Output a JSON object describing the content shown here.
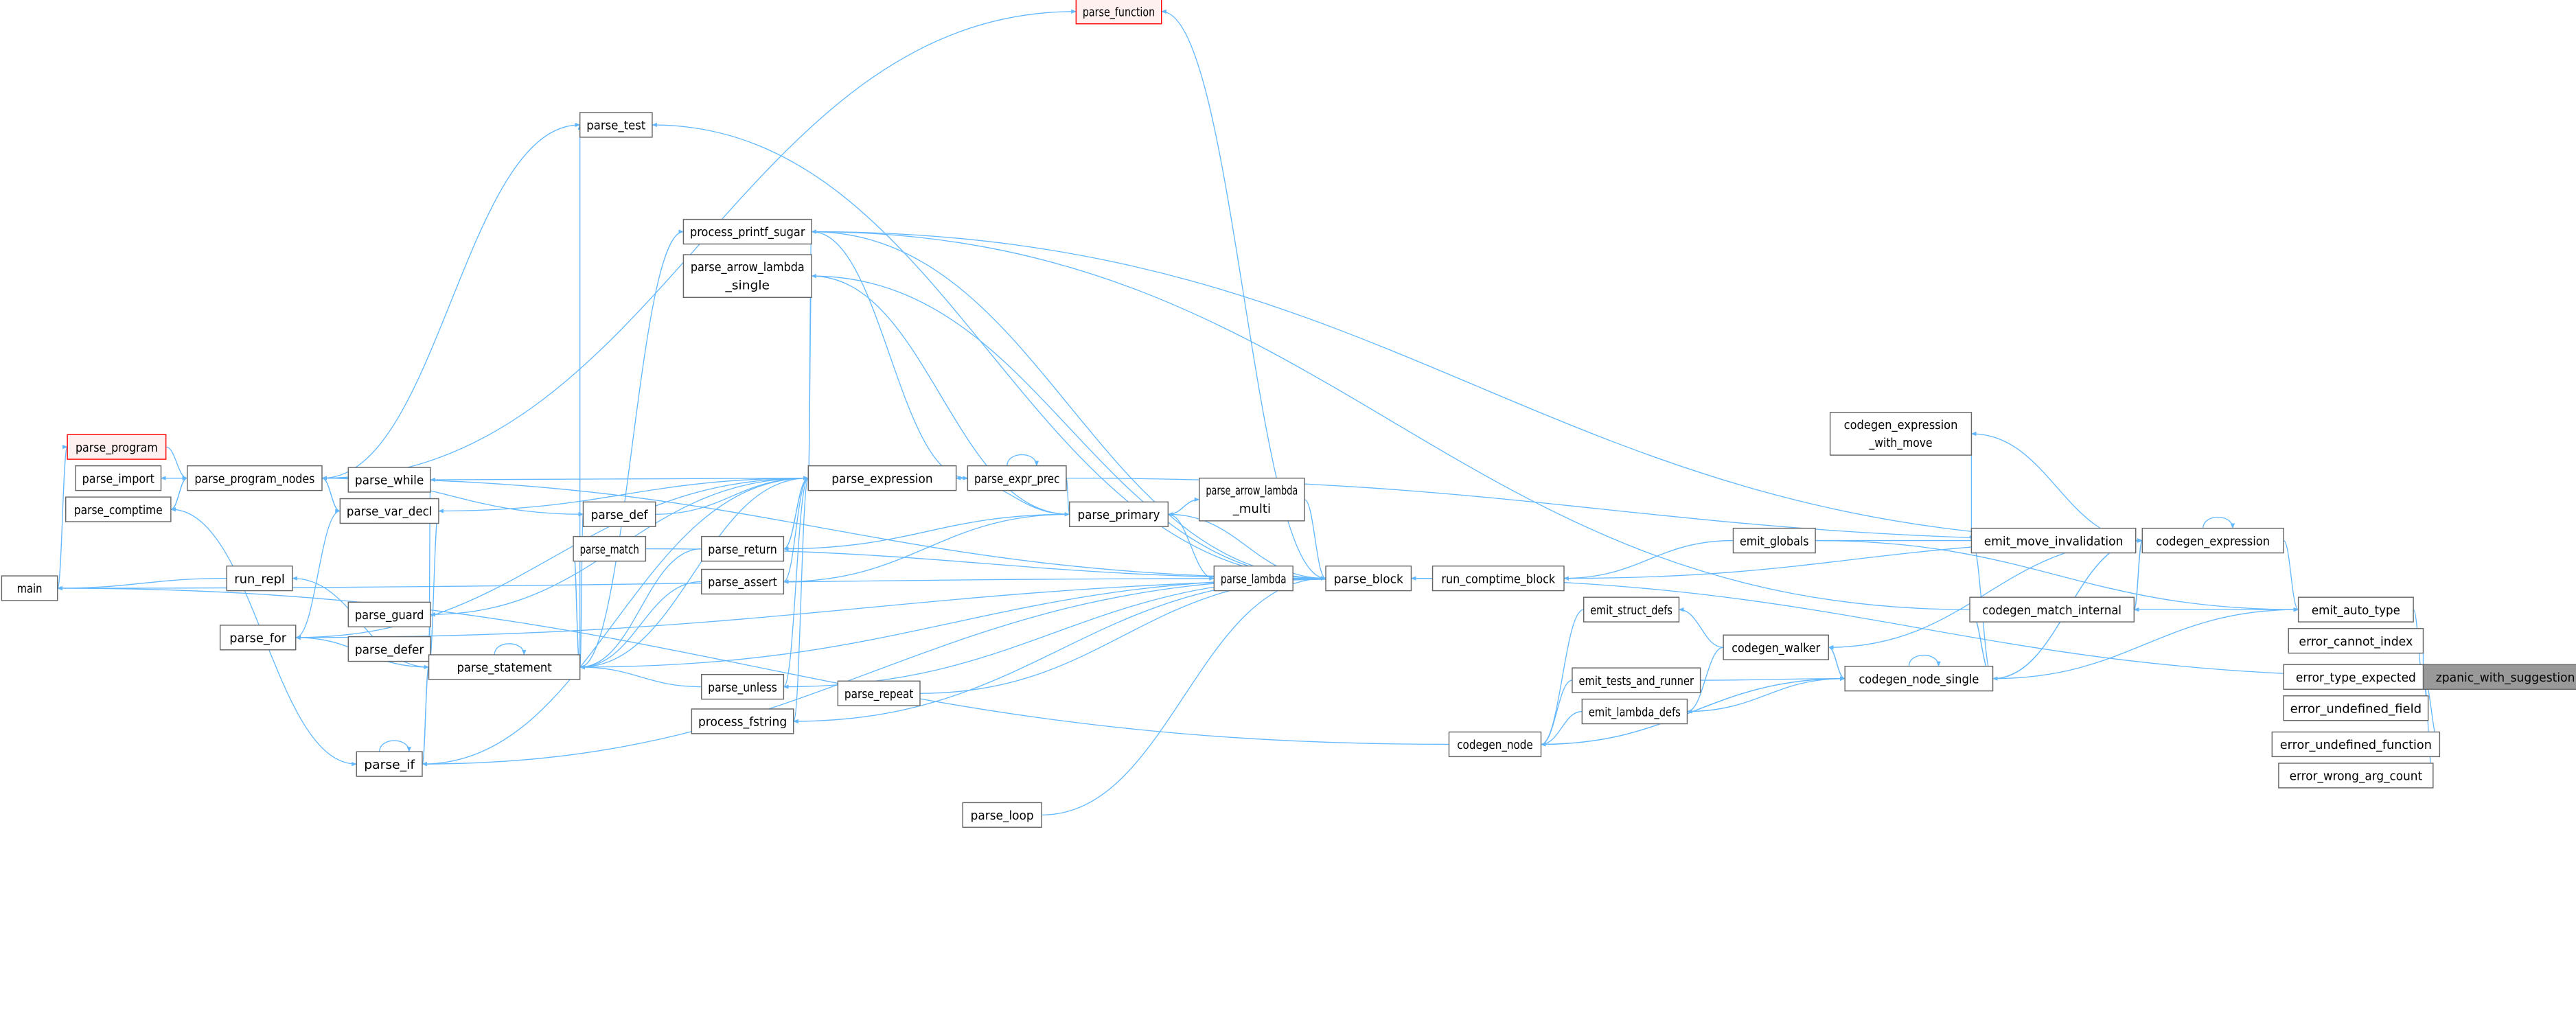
{
  "title": "zpanic_with_suggestion caller graph",
  "colors": {
    "edge": "#63b8ff",
    "node_border": "#666666",
    "focus_fill": "#999999",
    "red_border": "#ff0000"
  },
  "nodes": {
    "parse_function": {
      "lines": [
        "parse_function"
      ],
      "style": "red"
    },
    "parse_test": {
      "lines": [
        "parse_test"
      ]
    },
    "process_printf_sugar": {
      "lines": [
        "process_printf_sugar"
      ]
    },
    "parse_arrow_lambda_single": {
      "lines": [
        "parse_arrow_lambda",
        "_single"
      ]
    },
    "parse_program": {
      "lines": [
        "parse_program"
      ],
      "style": "red"
    },
    "parse_import": {
      "lines": [
        "parse_import"
      ]
    },
    "parse_program_nodes": {
      "lines": [
        "parse_program_nodes"
      ]
    },
    "parse_comptime": {
      "lines": [
        "parse_comptime"
      ]
    },
    "parse_while": {
      "lines": [
        "parse_while"
      ]
    },
    "parse_var_decl": {
      "lines": [
        "parse_var_decl"
      ]
    },
    "parse_def": {
      "lines": [
        "parse_def"
      ]
    },
    "parse_guard": {
      "lines": [
        "parse_guard"
      ]
    },
    "parse_defer": {
      "lines": [
        "parse_defer"
      ]
    },
    "parse_for": {
      "lines": [
        "parse_for"
      ]
    },
    "parse_statement": {
      "lines": [
        "parse_statement"
      ]
    },
    "parse_expression": {
      "lines": [
        "parse_expression"
      ]
    },
    "parse_expr_prec": {
      "lines": [
        "parse_expr_prec"
      ]
    },
    "parse_primary": {
      "lines": [
        "parse_primary"
      ]
    },
    "parse_arrow_lambda_multi": {
      "lines": [
        "parse_arrow_lambda",
        "_multi"
      ]
    },
    "parse_match": {
      "lines": [
        "parse_match"
      ]
    },
    "parse_return": {
      "lines": [
        "parse_return"
      ]
    },
    "parse_assert": {
      "lines": [
        "parse_assert"
      ]
    },
    "parse_lambda": {
      "lines": [
        "parse_lambda"
      ]
    },
    "parse_block": {
      "lines": [
        "parse_block"
      ]
    },
    "parse_unless": {
      "lines": [
        "parse_unless"
      ]
    },
    "parse_repeat": {
      "lines": [
        "parse_repeat"
      ]
    },
    "process_fstring": {
      "lines": [
        "process_fstring"
      ]
    },
    "parse_loop": {
      "lines": [
        "parse_loop"
      ]
    },
    "parse_if": {
      "lines": [
        "parse_if"
      ]
    },
    "main": {
      "lines": [
        "main"
      ]
    },
    "run_repl": {
      "lines": [
        "run_repl"
      ]
    },
    "run_comptime_block": {
      "lines": [
        "run_comptime_block"
      ]
    },
    "codegen_node": {
      "lines": [
        "codegen_node"
      ]
    },
    "emit_globals": {
      "lines": [
        "emit_globals"
      ]
    },
    "emit_struct_defs": {
      "lines": [
        "emit_struct_defs"
      ]
    },
    "codegen_walker": {
      "lines": [
        "codegen_walker"
      ]
    },
    "emit_tests_and_runner": {
      "lines": [
        "emit_tests_and_runner"
      ]
    },
    "emit_lambda_defs": {
      "lines": [
        "emit_lambda_defs"
      ]
    },
    "codegen_node_single": {
      "lines": [
        "codegen_node_single"
      ]
    },
    "codegen_expression_with_move": {
      "lines": [
        "codegen_expression",
        "_with_move"
      ]
    },
    "emit_move_invalidation": {
      "lines": [
        "emit_move_invalidation"
      ]
    },
    "codegen_expression": {
      "lines": [
        "codegen_expression"
      ]
    },
    "codegen_match_internal": {
      "lines": [
        "codegen_match_internal"
      ]
    },
    "emit_auto_type": {
      "lines": [
        "emit_auto_type"
      ]
    },
    "error_cannot_index": {
      "lines": [
        "error_cannot_index"
      ]
    },
    "error_type_expected": {
      "lines": [
        "error_type_expected"
      ]
    },
    "error_undefined_field": {
      "lines": [
        "error_undefined_field"
      ]
    },
    "error_undefined_function": {
      "lines": [
        "error_undefined_function"
      ]
    },
    "error_wrong_arg_count": {
      "lines": [
        "error_wrong_arg_count"
      ]
    },
    "zpanic_with_suggestion": {
      "lines": [
        "zpanic_with_suggestion"
      ],
      "style": "focus"
    }
  },
  "edges": [
    [
      "emit_auto_type",
      "zpanic_with_suggestion"
    ],
    [
      "error_cannot_index",
      "zpanic_with_suggestion"
    ],
    [
      "error_type_expected",
      "zpanic_with_suggestion"
    ],
    [
      "error_undefined_field",
      "zpanic_with_suggestion"
    ],
    [
      "error_undefined_function",
      "zpanic_with_suggestion"
    ],
    [
      "error_wrong_arg_count",
      "zpanic_with_suggestion"
    ],
    [
      "parse_block",
      "zpanic_with_suggestion"
    ],
    [
      "codegen_expression",
      "emit_auto_type"
    ],
    [
      "codegen_match_internal",
      "emit_auto_type"
    ],
    [
      "codegen_node_single",
      "emit_auto_type"
    ],
    [
      "emit_globals",
      "emit_auto_type"
    ],
    [
      "codegen_expression",
      "codegen_expression_with_move"
    ],
    [
      "codegen_expression_with_move",
      "emit_move_invalidation"
    ],
    [
      "emit_move_invalidation",
      "codegen_expression"
    ],
    [
      "codegen_node_single",
      "emit_move_invalidation"
    ],
    [
      "codegen_expression",
      "codegen_match_internal"
    ],
    [
      "codegen_match_internal",
      "codegen_expression"
    ],
    [
      "codegen_node_single",
      "codegen_match_internal"
    ],
    [
      "codegen_match_internal",
      "codegen_node_single"
    ],
    [
      "codegen_expression",
      "codegen_node_single"
    ],
    [
      "codegen_node_single",
      "codegen_expression"
    ],
    [
      "codegen_expression",
      "codegen_walker"
    ],
    [
      "codegen_walker",
      "codegen_node_single"
    ],
    [
      "codegen_node_single",
      "codegen_walker"
    ],
    [
      "codegen_node",
      "codegen_node_single"
    ],
    [
      "emit_tests_and_runner",
      "codegen_node_single"
    ],
    [
      "emit_lambda_defs",
      "codegen_node_single"
    ],
    [
      "emit_globals",
      "codegen_expression"
    ],
    [
      "run_comptime_block",
      "codegen_expression"
    ],
    [
      "process_printf_sugar",
      "codegen_expression"
    ],
    [
      "parse_expr_prec",
      "codegen_expression"
    ],
    [
      "codegen_match_internal",
      "process_printf_sugar"
    ],
    [
      "emit_globals",
      "run_comptime_block"
    ],
    [
      "emit_struct_defs",
      "codegen_node"
    ],
    [
      "codegen_walker",
      "emit_struct_defs"
    ],
    [
      "emit_tests_and_runner",
      "codegen_node"
    ],
    [
      "emit_lambda_defs",
      "codegen_node"
    ],
    [
      "codegen_walker",
      "emit_lambda_defs"
    ],
    [
      "codegen_node_single",
      "codegen_node"
    ],
    [
      "run_comptime_block",
      "parse_block"
    ],
    [
      "codegen_node",
      "main"
    ],
    [
      "run_comptime_block",
      "parse_for"
    ],
    [
      "parse_block",
      "parse_function"
    ],
    [
      "parse_block",
      "parse_test"
    ],
    [
      "parse_block",
      "process_printf_sugar"
    ],
    [
      "parse_block",
      "parse_arrow_lambda_single"
    ],
    [
      "parse_block",
      "parse_program_nodes"
    ],
    [
      "parse_block",
      "parse_statement"
    ],
    [
      "parse_block",
      "parse_if"
    ],
    [
      "parse_block",
      "main"
    ],
    [
      "parse_lambda",
      "parse_block"
    ],
    [
      "parse_arrow_lambda_multi",
      "parse_block"
    ],
    [
      "parse_repeat",
      "parse_block"
    ],
    [
      "parse_loop",
      "parse_block"
    ],
    [
      "parse_unless",
      "parse_block"
    ],
    [
      "parse_match",
      "parse_block"
    ],
    [
      "process_fstring",
      "parse_block"
    ],
    [
      "parse_primary",
      "parse_block"
    ],
    [
      "parse_primary",
      "parse_lambda"
    ],
    [
      "parse_primary",
      "parse_arrow_lambda_multi"
    ],
    [
      "parse_arrow_lambda_multi",
      "parse_primary"
    ],
    [
      "parse_expr_prec",
      "parse_primary"
    ],
    [
      "parse_primary",
      "parse_expression"
    ],
    [
      "parse_expression",
      "parse_expr_prec"
    ],
    [
      "parse_expr_prec",
      "parse_expression"
    ],
    [
      "parse_expr_prec",
      "process_printf_sugar"
    ],
    [
      "parse_expression",
      "process_printf_sugar"
    ],
    [
      "parse_expression",
      "parse_arrow_lambda_single"
    ],
    [
      "parse_primary",
      "parse_arrow_lambda_single"
    ],
    [
      "parse_primary",
      "parse_return"
    ],
    [
      "parse_primary",
      "parse_assert"
    ],
    [
      "parse_expression",
      "parse_statement"
    ],
    [
      "parse_expression",
      "parse_guard"
    ],
    [
      "parse_expression",
      "parse_for"
    ],
    [
      "parse_expression",
      "parse_return"
    ],
    [
      "parse_return",
      "parse_expression"
    ],
    [
      "parse_expression",
      "parse_assert"
    ],
    [
      "parse_expression",
      "parse_unless"
    ],
    [
      "parse_expression",
      "process_fstring"
    ],
    [
      "parse_expression",
      "parse_if"
    ],
    [
      "parse_expression",
      "parse_while"
    ],
    [
      "parse_expression",
      "parse_var_decl"
    ],
    [
      "parse_def",
      "parse_expression"
    ],
    [
      "parse_return",
      "parse_statement"
    ],
    [
      "parse_assert",
      "parse_statement"
    ],
    [
      "parse_match",
      "parse_statement"
    ],
    [
      "parse_statement",
      "parse_match"
    ],
    [
      "parse_unless",
      "parse_statement"
    ],
    [
      "parse_statement",
      "parse_for"
    ],
    [
      "parse_statement",
      "parse_while"
    ],
    [
      "parse_statement",
      "parse_var_decl"
    ],
    [
      "parse_statement",
      "parse_guard"
    ],
    [
      "parse_statement",
      "parse_defer"
    ],
    [
      "parse_statement",
      "parse_if"
    ],
    [
      "parse_if",
      "parse_statement"
    ],
    [
      "parse_statement",
      "parse_def"
    ],
    [
      "parse_statement",
      "parse_test"
    ],
    [
      "parse_statement",
      "process_printf_sugar"
    ],
    [
      "parse_statement",
      "run_repl"
    ],
    [
      "parse_statement",
      "parse_statement"
    ],
    [
      "parse_if",
      "parse_if"
    ],
    [
      "parse_var_decl",
      "parse_for"
    ],
    [
      "parse_var_decl",
      "parse_program_nodes"
    ],
    [
      "parse_program_nodes",
      "parse_var_decl"
    ],
    [
      "parse_program_nodes",
      "parse_test"
    ],
    [
      "parse_program_nodes",
      "parse_def"
    ],
    [
      "parse_program_nodes",
      "parse_function"
    ],
    [
      "parse_program_nodes",
      "parse_import"
    ],
    [
      "parse_import",
      "parse_program_nodes"
    ],
    [
      "parse_program",
      "parse_program_nodes"
    ],
    [
      "parse_program_nodes",
      "parse_comptime"
    ],
    [
      "parse_comptime",
      "parse_program_nodes"
    ],
    [
      "main",
      "parse_program"
    ],
    [
      "run_repl",
      "main"
    ],
    [
      "parse_comptime",
      "parse_if"
    ],
    [
      "parse_expr_prec",
      "parse_expr_prec"
    ],
    [
      "codegen_expression",
      "codegen_expression"
    ],
    [
      "codegen_node_single",
      "codegen_node_single"
    ]
  ]
}
